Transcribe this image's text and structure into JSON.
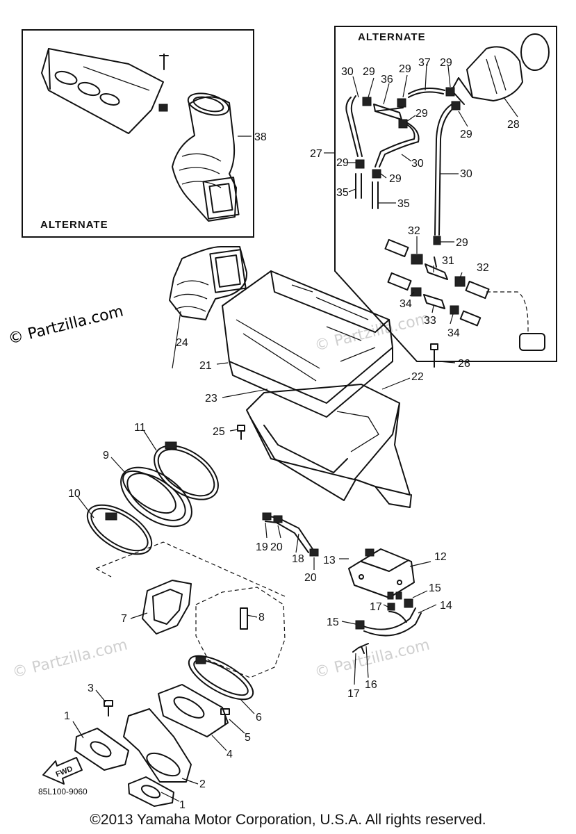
{
  "watermark": {
    "main": "© Partzilla.com",
    "faint_1": "© Partzilla.com",
    "faint_2": "© Partzilla.com",
    "faint_3": "© Partzilla.com"
  },
  "insets": {
    "left_label": "ALTERNATE",
    "right_label": "ALTERNATE"
  },
  "callouts": {
    "c1a": "1",
    "c1b": "1",
    "c2": "2",
    "c3": "3",
    "c4": "4",
    "c5": "5",
    "c6": "6",
    "c7": "7",
    "c8": "8",
    "c9": "9",
    "c10": "10",
    "c11": "11",
    "c12": "12",
    "c13": "13",
    "c14": "14",
    "c15a": "15",
    "c15b": "15",
    "c16": "16",
    "c17a": "17",
    "c17b": "17",
    "c18": "18",
    "c19": "19",
    "c20a": "20",
    "c20b": "20",
    "c21": "21",
    "c22": "22",
    "c23": "23",
    "c24": "24",
    "c25": "25",
    "c26": "26",
    "c27": "27",
    "c28": "28",
    "c29a": "29",
    "c29b": "29",
    "c29c": "29",
    "c29d": "29",
    "c29e": "29",
    "c29f": "29",
    "c29g": "29",
    "c29h": "29",
    "c30a": "30",
    "c30b": "30",
    "c30c": "30",
    "c31": "31",
    "c32a": "32",
    "c32b": "32",
    "c33": "33",
    "c34a": "34",
    "c34b": "34",
    "c35a": "35",
    "c35b": "35",
    "c36": "36",
    "c37": "37",
    "c38": "38"
  },
  "fwd_label": "FWD",
  "drawing_number": "85L100-9060",
  "copyright": "©2013 Yamaha Motor Corporation, U.S.A. All rights reserved."
}
